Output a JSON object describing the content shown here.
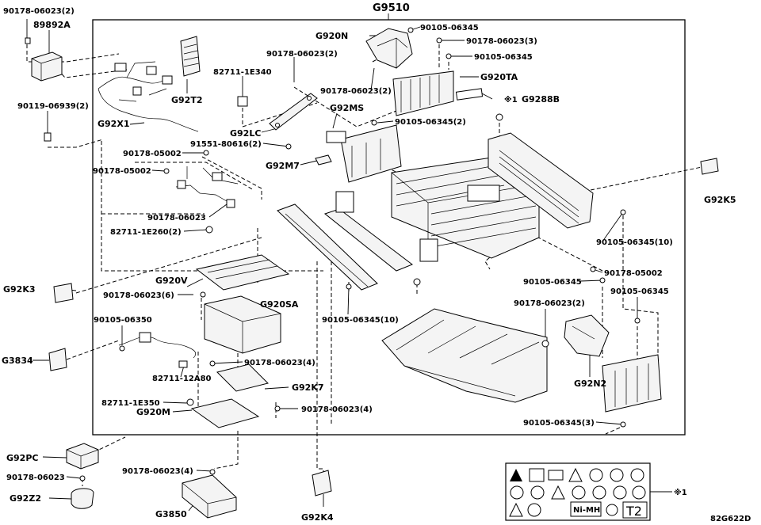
{
  "diagram": {
    "assembly_label": "G9510",
    "figure_code": "82G622D",
    "note_mark": "※1",
    "labels": {
      "l_90178_06023_2_tl": "90178-06023(2)",
      "l_89892A": "89892A",
      "l_90119_06939": "90119-06939(2)",
      "l_G92X1": "G92X1",
      "l_G92T2": "G92T2",
      "l_82711_1E340": "82711-1E340",
      "l_90178_06023_2_a": "90178-06023(2)",
      "l_G920N": "G920N",
      "l_90105_06345_a": "90105-06345",
      "l_90178_06023_3": "90178-06023(3)",
      "l_90105_06345_b": "90105-06345",
      "l_90178_06023_2_b": "90178-06023(2)",
      "l_G920TA": "G920TA",
      "l_G9288B": "G9288B",
      "l_note_mark_top": "※1",
      "l_G92MS": "G92MS",
      "l_90105_06345_2": "90105-06345(2)",
      "l_G92LC": "G92LC",
      "l_91551_80616": "91551-80616(2)",
      "l_90178_05002_a": "90178-05002",
      "l_G92M7": "G92M7",
      "l_90178_05002_b": "90178-05002",
      "l_G92K5": "G92K5",
      "l_90178_06023_c": "90178-06023",
      "l_82711_1E260": "82711-1E260(2)",
      "l_90105_06345_10_r": "90105-06345(10)",
      "l_90178_05002_c": "90178-05002",
      "l_90105_06345_c": "90105-06345",
      "l_90105_06345_d": "90105-06345",
      "l_G92K3": "G92K3",
      "l_G920V": "G920V",
      "l_90178_06023_6": "90178-06023(6)",
      "l_G920SA": "G920SA",
      "l_90105_06345_10_c": "90105-06345(10)",
      "l_90178_06023_2_c": "90178-06023(2)",
      "l_90105_06350": "90105-06350",
      "l_G3834": "G3834",
      "l_82711_12A80": "82711-12A80",
      "l_90178_06023_4_a": "90178-06023(4)",
      "l_G92K7": "G92K7",
      "l_G92N2": "G92N2",
      "l_82711_1E350": "82711-1E350",
      "l_G920M": "G920M",
      "l_90178_06023_4_b": "90178-06023(4)",
      "l_90105_06345_3": "90105-06345(3)",
      "l_G92PC": "G92PC",
      "l_90178_06023_d": "90178-06023",
      "l_G92Z2": "G92Z2",
      "l_90178_06023_4_c": "90178-06023(4)",
      "l_G3850": "G3850",
      "l_G92K4": "G92K4",
      "l_note_mark_bot": "※1"
    },
    "warning_label": {
      "chem_text": "Ni-MH",
      "class_text": "T2"
    }
  }
}
